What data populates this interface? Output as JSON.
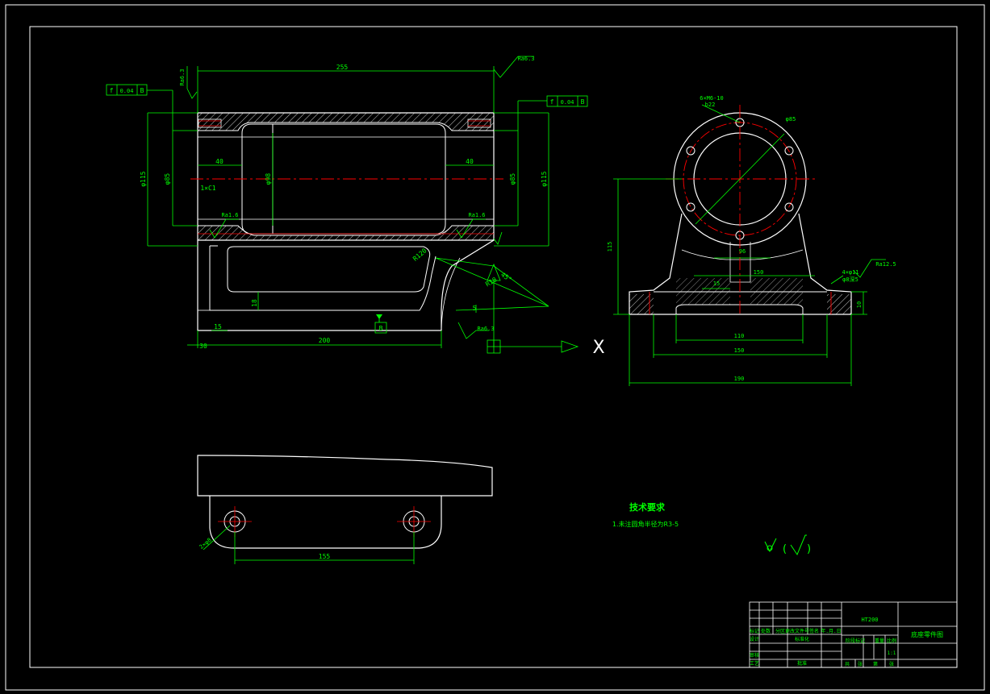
{
  "colors": {
    "background": "#000000",
    "outline": "#ffffff",
    "dimension": "#00ff00",
    "centerline": "#ff0000",
    "hatch": "#ffffff"
  },
  "front_view": {
    "dim_length": "255",
    "dim_total": "200",
    "dim_left_offset": "30",
    "dim_base_15": "15",
    "dim_rib": "18",
    "dim_inner_left": "40",
    "dim_inner_right": "40",
    "dim_outer_dia_left": "φ115",
    "dim_outer_dia_right": "φ115",
    "dim_bore_left": "φ85",
    "dim_bore_right": "φ85",
    "dim_mid_dia": "φ98",
    "dim_chamfer": "1×C1",
    "dim_r120": "R120",
    "dim_angle": "45°",
    "dim_r18": "R18",
    "dim_small_5": "5",
    "roughness_top": "Ra6.3",
    "roughness_left_top": "Ra6.3",
    "roughness_bore_left": "Ra1.6",
    "roughness_bore_right": "Ra1.6",
    "roughness_bottom": "Ra6.3",
    "tolerance_left": [
      "f",
      "0.04",
      "B"
    ],
    "tolerance_right": [
      "f",
      "0.04",
      "B"
    ],
    "datum_label": "B"
  },
  "side_view": {
    "dim_pcd": "6×M6-10",
    "dim_pcd_sub": "b22",
    "dim_circle": "φ85",
    "dim_height": "115",
    "dim_web": "96",
    "dim_base_inner": "150",
    "dim_base_15": "15",
    "dim_base_110": "110",
    "dim_base_150": "150",
    "dim_base_190": "190",
    "dim_base_height": "10",
    "dim_holes": "4×φ11",
    "dim_holes_sub": "φ8深5",
    "roughness": "Ra12.5"
  },
  "top_view": {
    "dim_hole_spacing": "155",
    "dim_hole_dia": "2×φ8"
  },
  "axis_symbol": "X",
  "notes": {
    "title": "技术要求",
    "line1": "1.未注圆角半径为R3-5"
  },
  "title_block": {
    "material": "HT200",
    "part_name": "底座零件图",
    "scale": "1:1",
    "row_labels": [
      "标记",
      "设计",
      "审核",
      "工艺"
    ],
    "header_labels": [
      "处数",
      "分区",
      "更改文件号",
      "签名",
      "年.月.日"
    ],
    "stage_label": "阶段标记",
    "weight_label": "重量",
    "scale_label": "比例",
    "sheet_labels": [
      "共",
      "张",
      "第",
      "张"
    ],
    "std_label": "标准化",
    "approve_label": "批准"
  }
}
